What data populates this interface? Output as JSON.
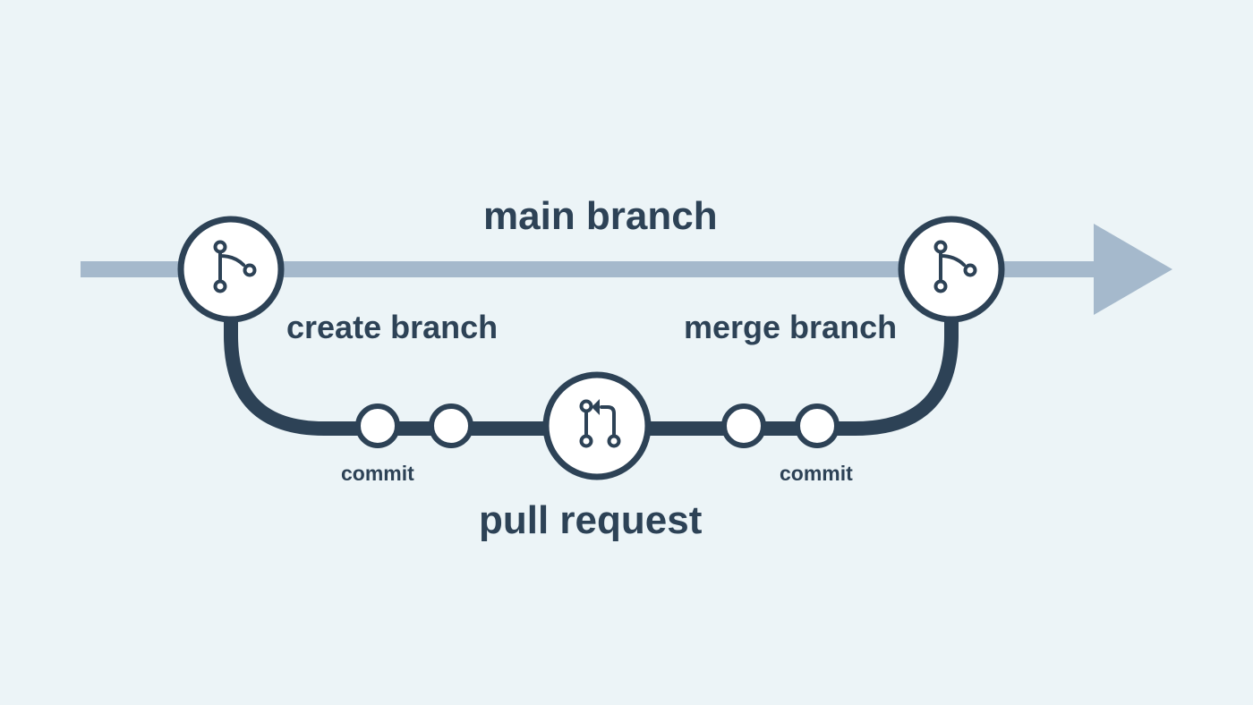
{
  "diagram": {
    "main_label": "main branch",
    "create_label": "create branch",
    "merge_label": "merge branch",
    "pull_request_label": "pull request",
    "commit_left_label": "commit",
    "commit_right_label": "commit"
  },
  "colors": {
    "background": "#ecf4f7",
    "main_line": "#a5b9cc",
    "dark": "#2d4256",
    "node_fill": "#ffffff"
  },
  "icons": {
    "create_node": "git-branch-icon",
    "merge_node": "git-branch-icon",
    "pull_request_node": "git-pull-request-icon"
  }
}
